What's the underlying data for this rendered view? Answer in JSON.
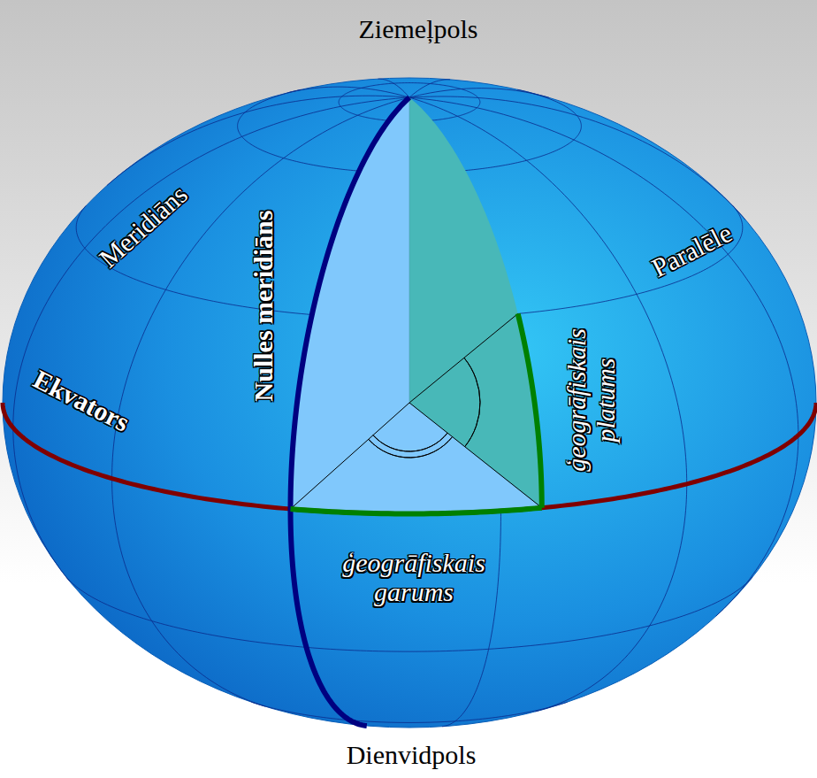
{
  "diagram": {
    "labels": [
      "Ziemeļpols",
      "Meridiāns",
      "Nulles meridiāns",
      "Paralēle",
      "Ekvators",
      "ģeogrāfiskais platums",
      "ģeogrāfiskais garums",
      "Dienvidpols"
    ]
  }
}
